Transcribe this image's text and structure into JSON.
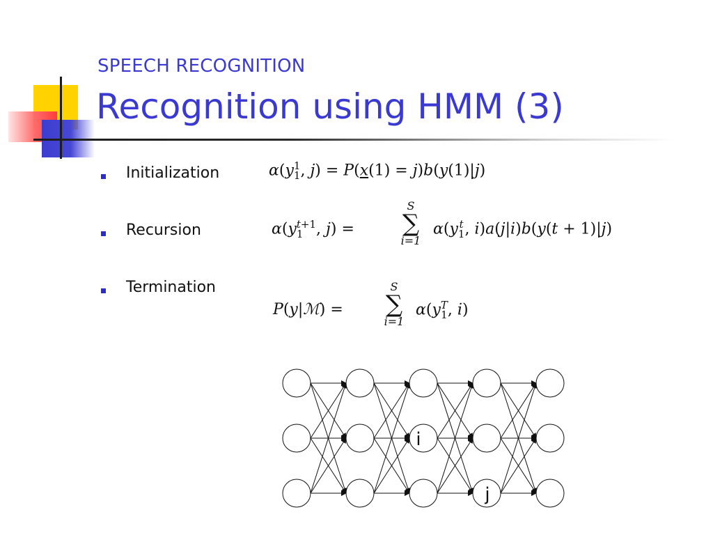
{
  "header": {
    "subtitle": "SPEECH RECOGNITION",
    "title": "Recognition using HMM (3)"
  },
  "bullets": [
    {
      "label": "Initialization"
    },
    {
      "label": "Recursion"
    },
    {
      "label": "Termination"
    }
  ],
  "equations": {
    "initialization": "α(y₁¹, j) = P(x(1) = j) b(y(1)|j)",
    "recursion": "α(y₁ᵗ⁺¹, j) = Σ_{i=1}^{S} α(y₁ᵗ, i) a(j|i) b(y(t+1)|j)",
    "termination": "P(y|ℳ) = Σ_{i=1}^{S} α(y₁ᵀ, i)"
  },
  "trellis": {
    "columns": 5,
    "rows": 3,
    "node_labels": {
      "i": "i",
      "j": "j"
    }
  },
  "colors": {
    "accent_blue": "#3a3ad2",
    "deco_yellow": "#ffd200",
    "deco_red": "#ff4a4a"
  }
}
